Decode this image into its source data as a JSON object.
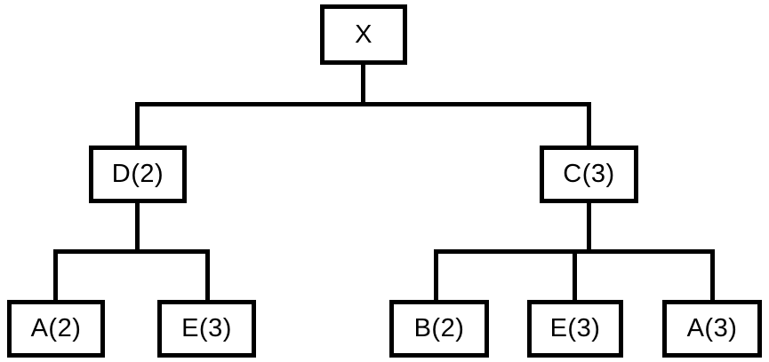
{
  "diagram": {
    "type": "tree",
    "colors": {
      "line": "#000000",
      "text": "#000000",
      "background": "#ffffff"
    },
    "nodes": {
      "x": {
        "label": "X"
      },
      "d": {
        "label": "D(2)"
      },
      "c": {
        "label": "C(3)"
      },
      "a2": {
        "label": "A(2)"
      },
      "e3_left": {
        "label": "E(3)"
      },
      "b2": {
        "label": "B(2)"
      },
      "e3_right": {
        "label": "E(3)"
      },
      "a3": {
        "label": "A(3)"
      }
    },
    "edges": [
      {
        "from": "X",
        "to": "D(2)"
      },
      {
        "from": "X",
        "to": "C(3)"
      },
      {
        "from": "D(2)",
        "to": "A(2)"
      },
      {
        "from": "D(2)",
        "to": "E(3)"
      },
      {
        "from": "C(3)",
        "to": "B(2)"
      },
      {
        "from": "C(3)",
        "to": "E(3)"
      },
      {
        "from": "C(3)",
        "to": "A(3)"
      }
    ]
  }
}
